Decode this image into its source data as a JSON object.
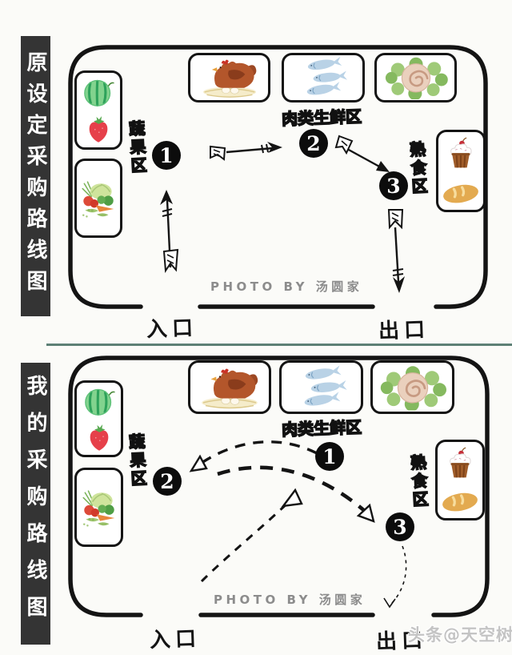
{
  "colors": {
    "background": "#fbfbf8",
    "panel_title_bg": "#343434",
    "panel_title_text": "#ffffff",
    "ink": "#141414",
    "divider_teal": "#5d8076",
    "credit_gray": "#8c8c8c",
    "corner_watermark_gray": "#c4c4c4"
  },
  "panel_original": {
    "title": "原设定采购路线图",
    "produce_area_label": "蔬果区",
    "meat_area_label": "肉类生鲜区",
    "deli_area_label": "熟食区",
    "entrance_label": "入口",
    "exit_label": "出口",
    "photo_credit": "PHOTO BY 汤圆家",
    "steps": {
      "one": "1",
      "two": "2",
      "three": "3"
    }
  },
  "panel_mine": {
    "title": "我的采购路线图",
    "produce_area_label": "蔬果区",
    "meat_area_label": "肉类生鲜区",
    "deli_area_label": "熟食区",
    "entrance_label": "入口",
    "exit_label": "出口",
    "photo_credit": "PHOTO BY 汤圆家",
    "steps": {
      "one": "1",
      "two": "2",
      "three": "3"
    }
  },
  "corner_watermark": "头条@天空树",
  "icons": {
    "produce_shelf_top": [
      "watermelon-icon",
      "strawberry-icon"
    ],
    "produce_shelf_bottom": [
      "vegetables-icon"
    ],
    "fresh_shelf": [
      "chicken-icon",
      "fish-icon",
      "pork-roll-icon"
    ],
    "deli_shelf": [
      "cupcake-icon",
      "bread-icon"
    ]
  }
}
